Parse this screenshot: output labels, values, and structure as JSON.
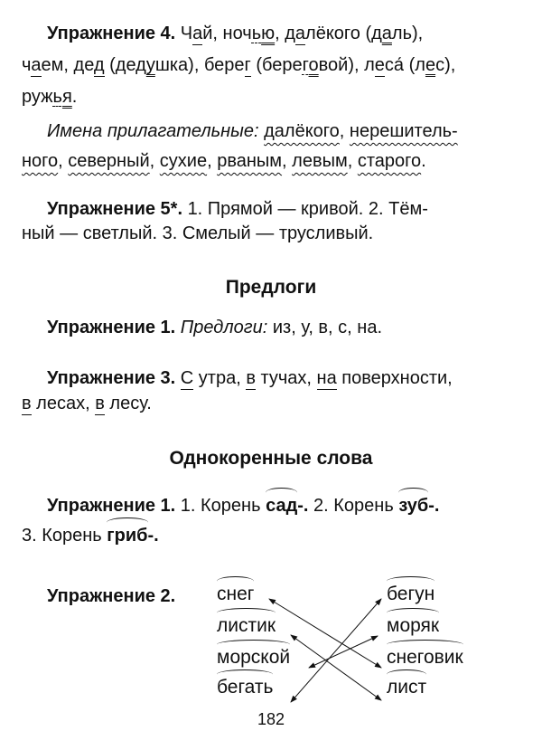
{
  "ex4": {
    "label": "Упражнение 4.",
    "line1": [
      "Чай",
      "ночью",
      "далёкого",
      "(даль),"
    ],
    "line2": "чаем, дед (дедушка), берег (береговой), леса́ (лес),",
    "line3": "ружья.",
    "adjectives_label": "Имена прилагательные:",
    "adjectives": [
      "далёкого",
      "нерешитель-",
      "ного",
      "северный",
      "сухие",
      "рваным",
      "левым",
      "старого"
    ]
  },
  "ex5": {
    "label": "Упражнение 5*.",
    "line1": "1. Прямой — кривой. 2. Тём-",
    "line2": "ный — светлый. 3. Смелый — трусливый."
  },
  "section_prepositions": {
    "title": "Предлоги",
    "ex1": {
      "label": "Упражнение 1.",
      "italic": "Предлоги:",
      "text": "из, у, в, с, на."
    },
    "ex3": {
      "label": "Упражнение 3.",
      "line1": "С утра, в тучах, на поверхности,",
      "line2": "в лесах, в лесу."
    }
  },
  "section_roots": {
    "title": "Однокоренные слова",
    "ex1": {
      "label": "Упражнение 1.",
      "item1_prefix": "1. Корень",
      "item1_root": "сад-.",
      "item2_prefix": "2. Корень",
      "item2_root": "зуб-.",
      "item3_prefix": "3. Корень",
      "item3_root": "гриб-."
    },
    "ex2": {
      "label": "Упражнение 2.",
      "left_words": [
        "снег",
        "листик",
        "морской",
        "бегать"
      ],
      "right_words": [
        "бегун",
        "моряк",
        "снеговик",
        "лист"
      ],
      "pairs": [
        [
          "снег",
          "снеговик"
        ],
        [
          "листик",
          "лист"
        ],
        [
          "морской",
          "моряк"
        ],
        [
          "бегать",
          "бегун"
        ]
      ]
    }
  },
  "page_number": "182"
}
